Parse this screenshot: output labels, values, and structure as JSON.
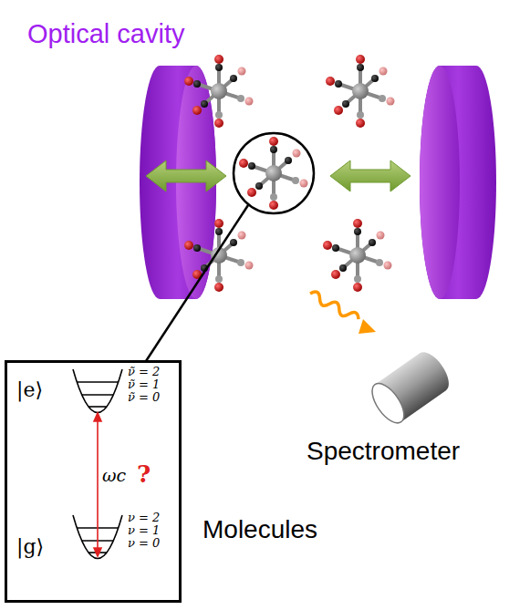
{
  "diagram": {
    "nodes": [
      {
        "text": [
          "|e⟩",
          "ν̃ = 2",
          "ν̃ = 1",
          "ν̃ = 0",
          "ωc",
          "?",
          "|g⟩",
          "ν = 2",
          "ν = 1",
          "ν = 0"
        ]
      }
    ],
    "labels": [
      "Optical cavity",
      "Spectrometer",
      "Molecules"
    ]
  }
}
